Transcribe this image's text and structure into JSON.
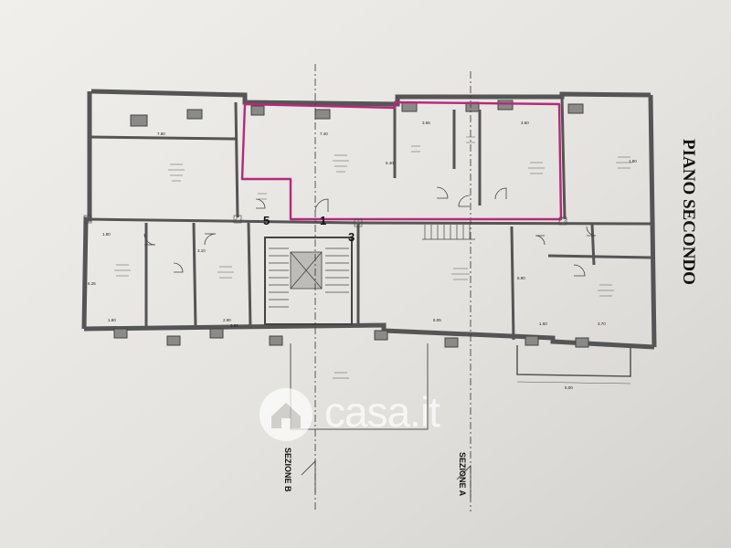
{
  "floor_title": "PIANO SECONDO",
  "sections": {
    "a": "SEZIONE A",
    "b": "SEZIONE B"
  },
  "markers": [
    "1",
    "3",
    "5"
  ],
  "room_dimensions": [
    "7.80",
    "7.40",
    "5.40",
    "3.65",
    "3.50",
    "1.80",
    "1.80",
    "3.10",
    "2.90",
    "6.05",
    "1.60",
    "1.80",
    "5.90",
    "3.70",
    "5.00",
    "6.25",
    "3.55"
  ],
  "watermark": {
    "brand": "casa.it"
  },
  "colors": {
    "paper": "#e6e5e1",
    "wall": "#555555",
    "highlight": "#b8287a",
    "watermark": "#ffffff"
  }
}
